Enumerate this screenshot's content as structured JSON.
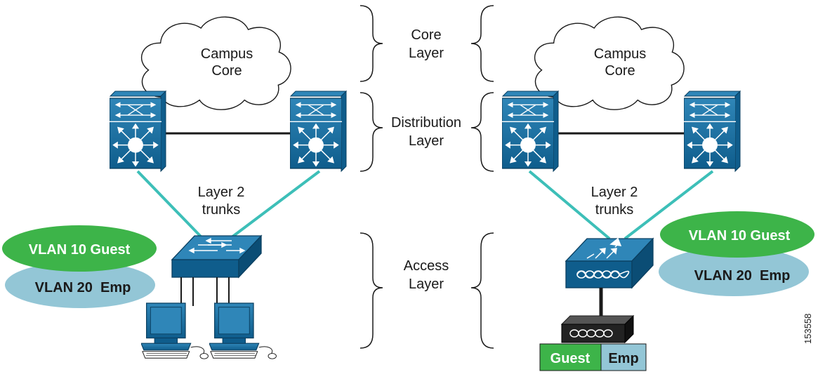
{
  "left_cloud_label": [
    "Campus",
    "Core"
  ],
  "right_cloud_label": [
    "Campus",
    "Core"
  ],
  "layers": {
    "core": [
      "Core",
      "Layer"
    ],
    "distribution": [
      "Distribution",
      "Layer"
    ],
    "access": [
      "Access",
      "Layer"
    ]
  },
  "left_trunks_label": [
    "Layer 2",
    "trunks"
  ],
  "right_trunks_label": [
    "Layer 2",
    "trunks"
  ],
  "left_vlans": {
    "guest": "VLAN 10 Guest",
    "emp": "VLAN 20  Emp"
  },
  "right_vlans": {
    "guest": "VLAN 10 Guest",
    "emp": "VLAN 20  Emp"
  },
  "ap_ssids": {
    "guest": "Guest",
    "emp": "Emp"
  },
  "figure_id": "153558",
  "colors": {
    "device_blue": "#1a6ea0",
    "trunk_teal": "#3dbfb8",
    "vlan_guest": "#3db449",
    "vlan_emp": "#93c6d6"
  }
}
